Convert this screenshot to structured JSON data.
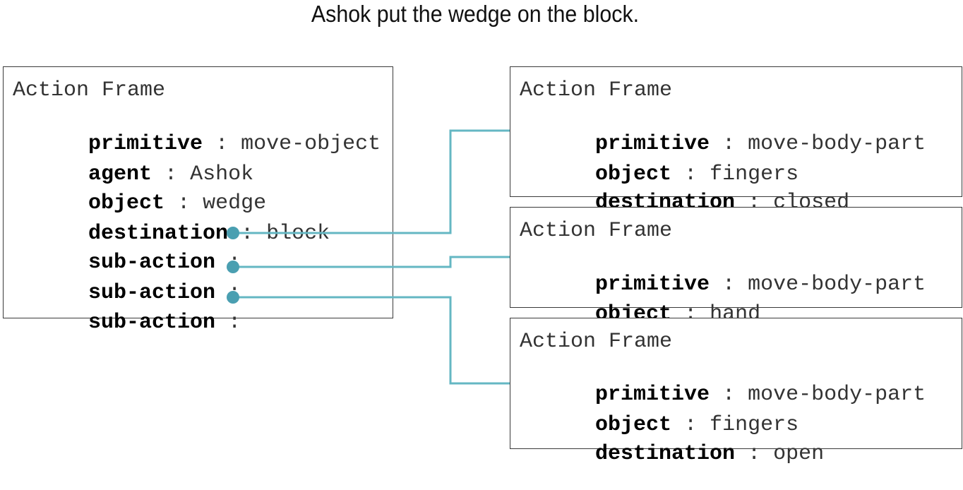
{
  "title": "Ashok put the wedge on the block.",
  "colors": {
    "connector": "#64b7c3",
    "connector_dot": "#4a9fb1",
    "border": "#3a3a3a"
  },
  "main_frame": {
    "header": "Action Frame",
    "slots": [
      {
        "key": "primitive",
        "sep": ":",
        "value": "move-object"
      },
      {
        "key": "agent",
        "sep": ":",
        "value": "Ashok"
      },
      {
        "key": "object",
        "sep": ":",
        "value": "wedge"
      },
      {
        "key": "destination",
        "sep": ":",
        "value": "block"
      },
      {
        "key": "sub-action",
        "sep": ":",
        "value": ""
      },
      {
        "key": "sub-action",
        "sep": ":",
        "value": ""
      },
      {
        "key": "sub-action",
        "sep": ":",
        "value": ""
      }
    ]
  },
  "sub_frames": [
    {
      "header": "Action Frame",
      "slots": [
        {
          "key": "primitive",
          "sep": ":",
          "value": "move-body-part"
        },
        {
          "key": "object",
          "sep": ":",
          "value": "fingers"
        },
        {
          "key": "destination",
          "sep": ":",
          "value": "closed"
        }
      ]
    },
    {
      "header": "Action Frame",
      "slots": [
        {
          "key": "primitive",
          "sep": ":",
          "value": "move-body-part"
        },
        {
          "key": "object",
          "sep": ":",
          "value": "hand"
        }
      ]
    },
    {
      "header": "Action Frame",
      "slots": [
        {
          "key": "primitive",
          "sep": ":",
          "value": "move-body-part"
        },
        {
          "key": "object",
          "sep": ":",
          "value": "fingers"
        },
        {
          "key": "destination",
          "sep": ":",
          "value": "open"
        }
      ]
    }
  ]
}
